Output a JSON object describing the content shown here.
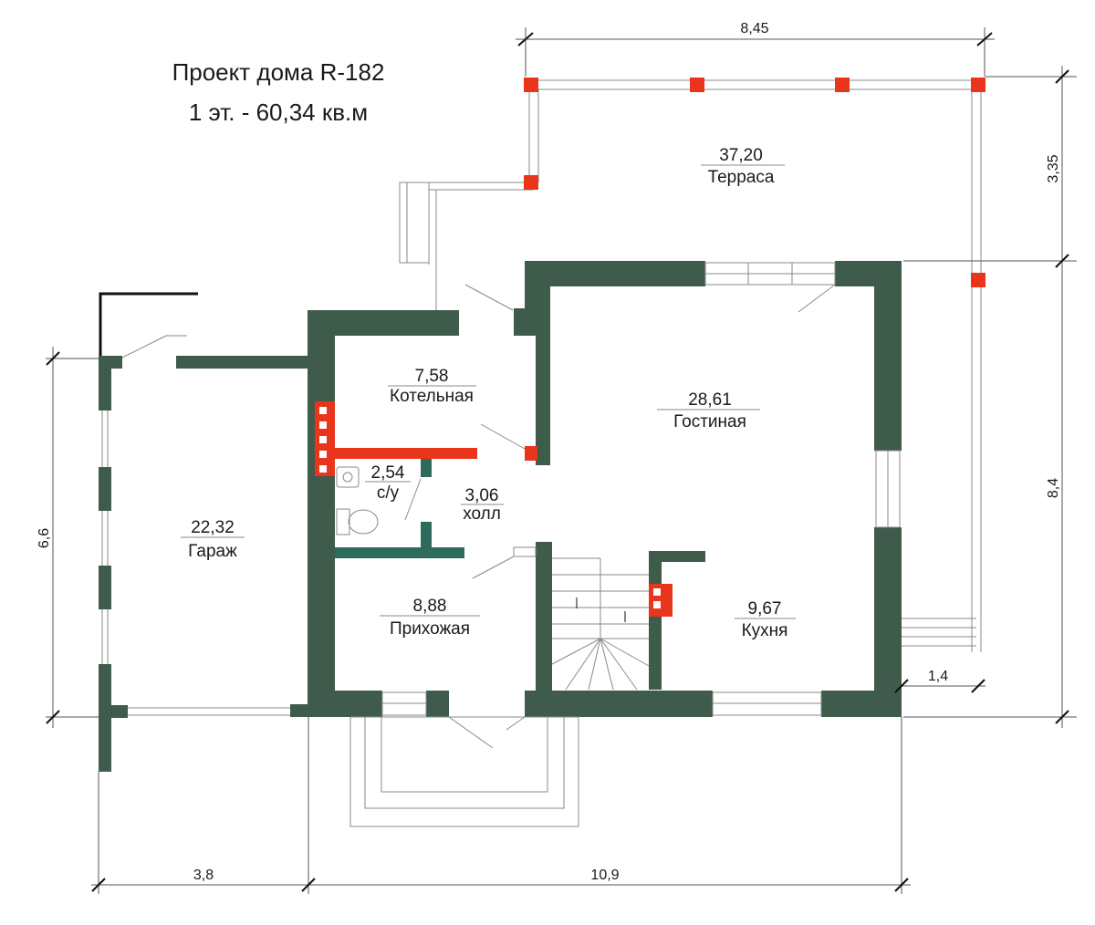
{
  "title": {
    "line1": "Проект дома R-182",
    "line2": "1 эт. - 60,34 кв.м"
  },
  "rooms": [
    {
      "id": "terrace",
      "area": "37,20",
      "name": "Терраса"
    },
    {
      "id": "boiler",
      "area": "7,58",
      "name": "Котельная"
    },
    {
      "id": "living",
      "area": "28,61",
      "name": "Гостиная"
    },
    {
      "id": "bath",
      "area": "2,54",
      "name": "с/у"
    },
    {
      "id": "hall",
      "area": "3,06",
      "name": "холл"
    },
    {
      "id": "garage",
      "area": "22,32",
      "name": "Гараж"
    },
    {
      "id": "entrance",
      "area": "8,88",
      "name": "Прихожая"
    },
    {
      "id": "kitchen",
      "area": "9,67",
      "name": "Кухня"
    }
  ],
  "dimensions": {
    "terrace_width": "8,45",
    "terrace_depth": "3,35",
    "house_depth": "8,4",
    "garage_depth": "6,6",
    "garage_width": "3,8",
    "house_width": "10,9",
    "porch_offset": "1,4"
  },
  "colors": {
    "wall": "#3f5b4c",
    "red_elements": "#e8351b"
  }
}
